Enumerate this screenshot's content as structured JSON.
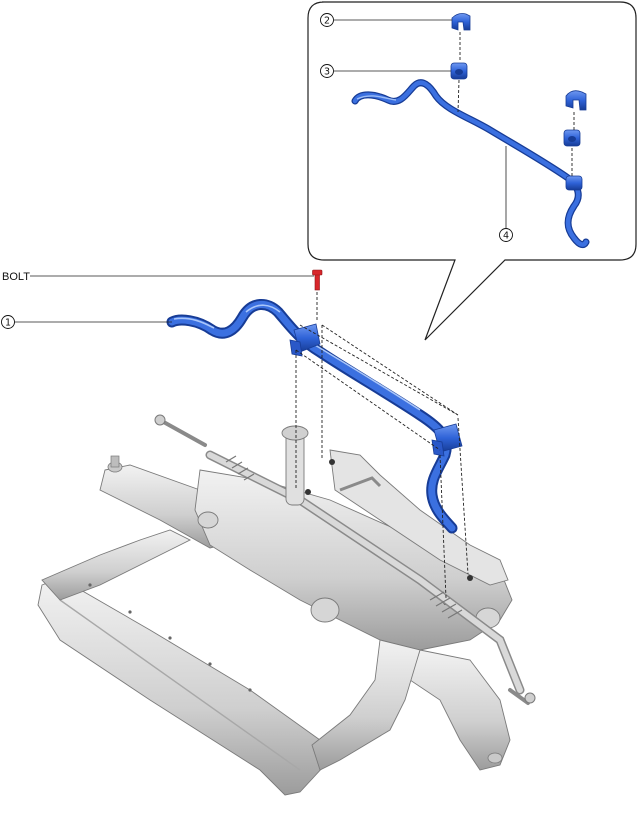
{
  "labels": {
    "bolt": "BOLT",
    "callout_1": "1",
    "callout_2": "2",
    "callout_3": "3",
    "callout_4": "4"
  },
  "colors": {
    "stabilizer_blue": "#2f63d8",
    "stabilizer_dark": "#1a3f9e",
    "bolt_red": "#d8262b",
    "frame_light": "#dcdcdc",
    "frame_shadow": "#9a9a9a",
    "line": "#222222"
  },
  "icons": [
    "front-stabilizer-bar",
    "bushing",
    "bracket",
    "bolt",
    "subframe",
    "steering-gear"
  ]
}
